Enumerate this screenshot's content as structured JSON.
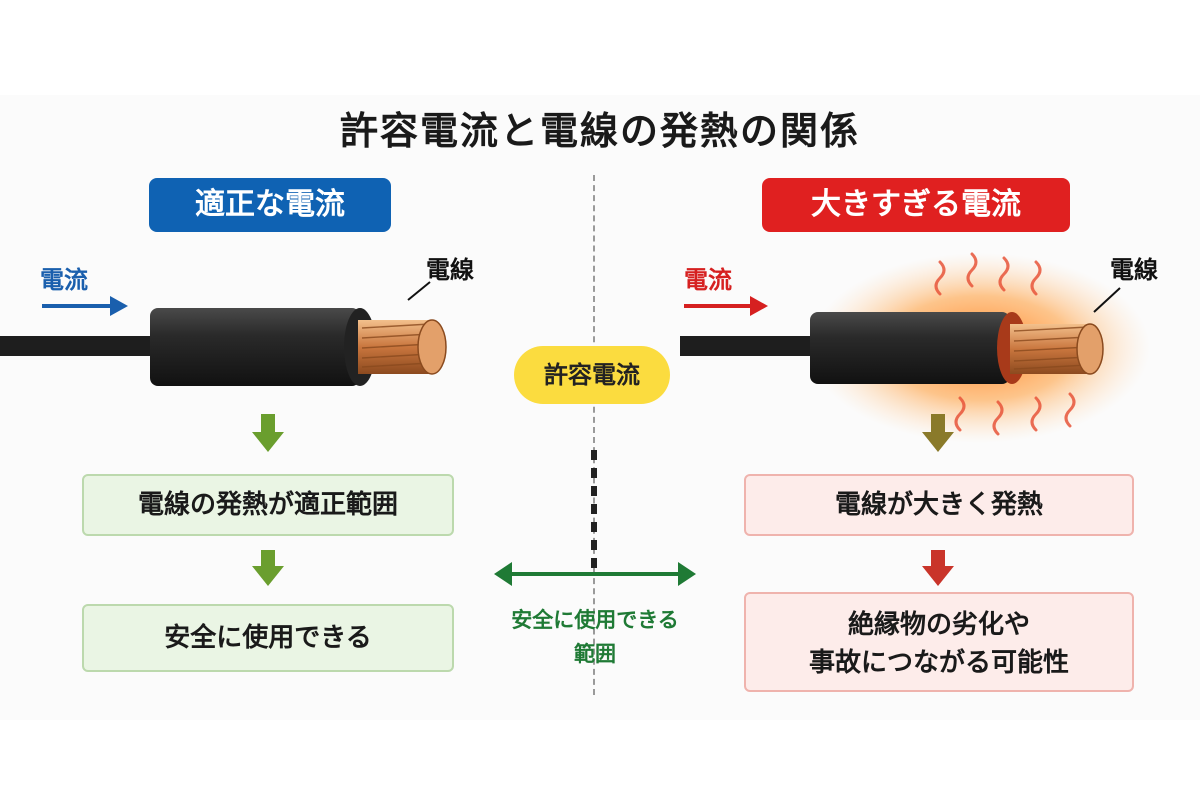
{
  "title": "許容電流と電線の発熱の関係",
  "left": {
    "header": "適正な電流",
    "current_label": "電流",
    "wire_label": "電線",
    "box1": "電線の発熱が適正範囲",
    "box2": "安全に使用できる"
  },
  "right": {
    "header": "大きすぎる電流",
    "current_label": "電流",
    "wire_label": "電線",
    "box1": "電線が大きく発熱",
    "box2_line1": "絶縁物の劣化や",
    "box2_line2": "事故につながる可能性"
  },
  "center": {
    "pill": "許容電流",
    "safe_line1": "安全に使用できる",
    "safe_line2": "範囲"
  },
  "colors": {
    "blue": "#0f62b3",
    "red": "#e02020",
    "green_arrow": "#6a9e2e",
    "dark_red_arrow": "#c9342a",
    "safe_green": "#1f7a35",
    "yellow": "#fbdc3f"
  }
}
